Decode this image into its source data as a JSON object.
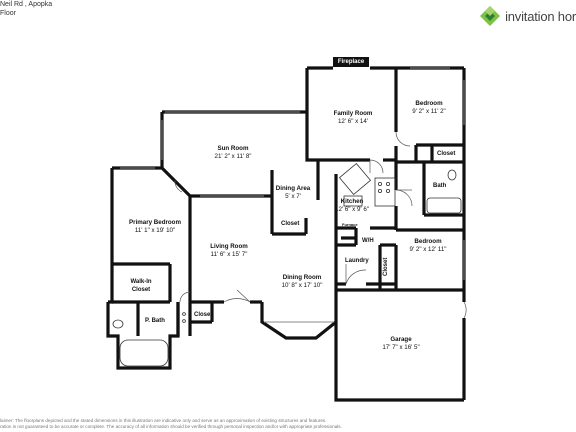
{
  "header": {
    "address": "Neil Rd , Apopka",
    "floor_label": "Floor",
    "brand": "invitation hor"
  },
  "plan": {
    "fireplace": "Fireplace",
    "rooms": [
      {
        "id": "family-room",
        "name": "Family Room",
        "dims": "12' 6\" x 14'"
      },
      {
        "id": "bedroom-ne",
        "name": "Bedroom",
        "dims": "9' 2\" x 11' 2\""
      },
      {
        "id": "sun-room",
        "name": "Sun Room",
        "dims": "21' 2\" x 11' 8\""
      },
      {
        "id": "dining-area",
        "name": "Dining Area",
        "dims": "5' x 7'"
      },
      {
        "id": "kitchen",
        "name": "Kitchen",
        "dims": "12' 6\" x 9' 6\""
      },
      {
        "id": "primary-bedroom",
        "name": "Primary Bedroom",
        "dims": "11' 1\" x 19' 10\""
      },
      {
        "id": "living-room",
        "name": "Living Room",
        "dims": "11' 6\" x 15' 7\""
      },
      {
        "id": "dining-room",
        "name": "Dining Room",
        "dims": "10' 8\" x 17' 10\""
      },
      {
        "id": "bedroom-se",
        "name": "Bedroom",
        "dims": "9' 2\" x 12' 11\""
      },
      {
        "id": "garage",
        "name": "Garage",
        "dims": "17' 7\" x 16' 5\""
      }
    ],
    "labels": {
      "closet_bed": "Closet",
      "bath": "Bath",
      "closet_dining": "Closet",
      "wh": "W/H",
      "furnace": "Furnace",
      "laundry": "Laundry",
      "closet_vertical": "Closet",
      "walkin_closet": "Walk-In Closet",
      "p_bath": "P. Bath",
      "closet_small": "Closet"
    }
  },
  "disclaimer": {
    "line1": "laimer: The floorplans depicted and the stated dimensions in this illustration are indicative only and serve as an approximation of existing structures and features.",
    "line2": "ration is not guaranteed to be accurate or complete. The accuracy of all information should be verified through personal inspection and/or with appropriate professionals."
  },
  "colors": {
    "wall": "#111111",
    "brand_dark": "#2e7d32",
    "brand_light": "#7cc243"
  }
}
